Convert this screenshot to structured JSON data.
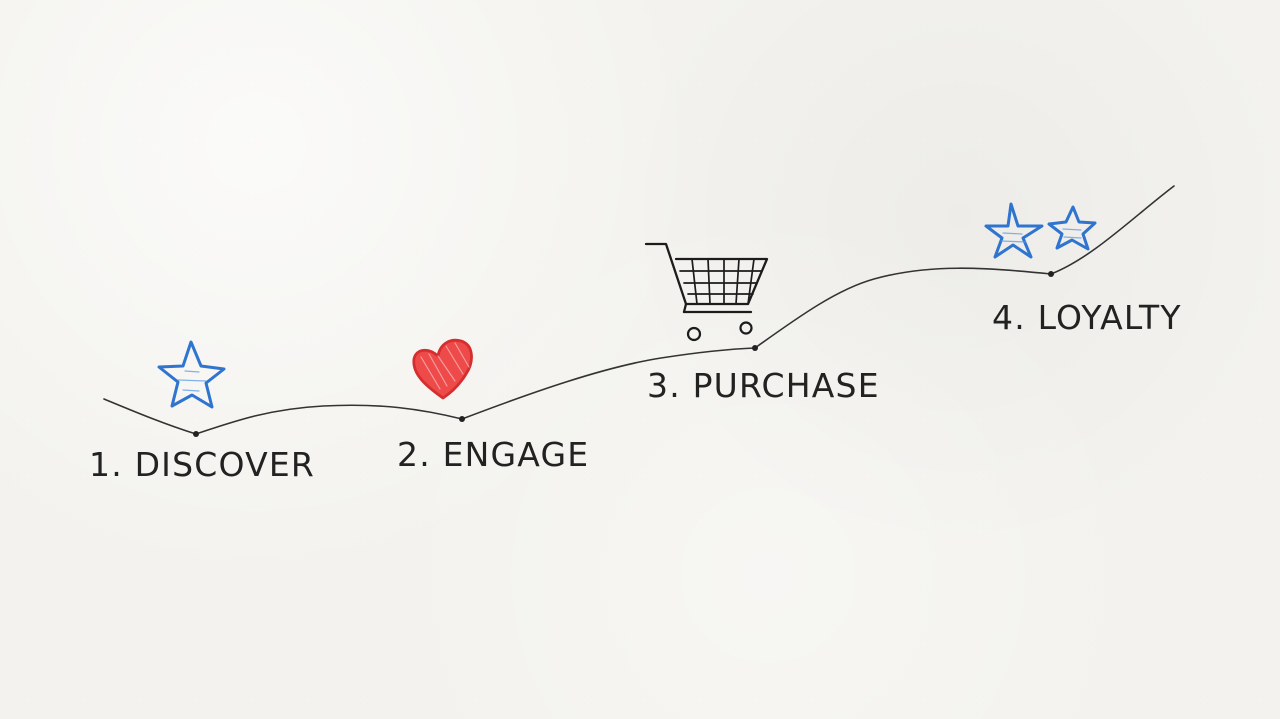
{
  "steps": {
    "discover": "1. DISCOVER",
    "engage": "2. ENGAGE",
    "purchase": "3. PURCHASE",
    "loyalty": "4. LOYALTY"
  },
  "icons": {
    "discover": "star-icon",
    "engage": "heart-icon",
    "purchase": "shopping-cart-icon",
    "loyalty": "two-star-icon"
  },
  "colors": {
    "ink": "#222222",
    "blue": "#2f74cf",
    "red": "#ef4a4a",
    "paper": "#f3f2ee"
  }
}
